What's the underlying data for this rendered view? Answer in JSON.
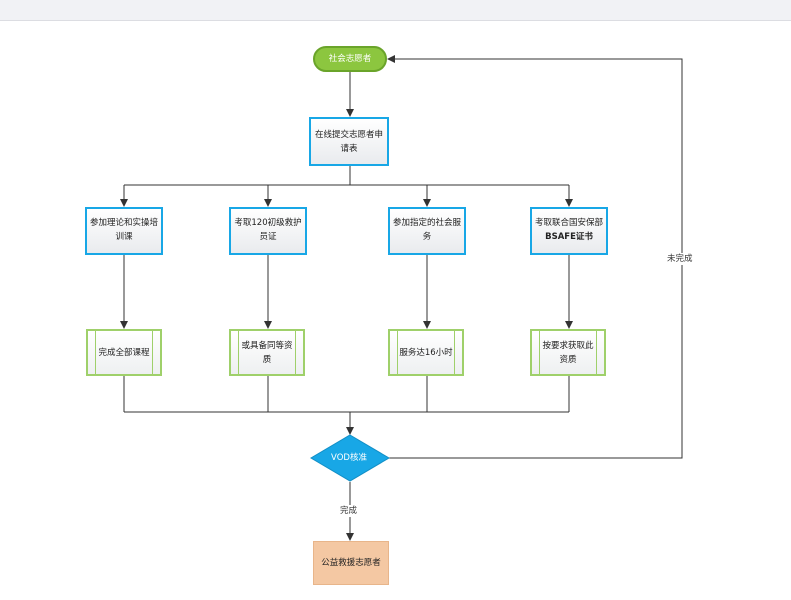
{
  "diagram": {
    "start": "社会志愿者",
    "submit": [
      "在线提交志愿者申",
      "请表"
    ],
    "branches": [
      {
        "task": [
          "参加理论和实操培",
          "训课"
        ],
        "result": [
          "完成全部课程"
        ]
      },
      {
        "task": [
          "考取120初级救护",
          "员证"
        ],
        "result": [
          "或具备同等资",
          "质"
        ]
      },
      {
        "task": [
          "参加指定的社会服",
          "务"
        ],
        "result": [
          "服务达16小时"
        ]
      },
      {
        "task": [
          "考取联合国安保部",
          "BSAFE证书"
        ],
        "result": [
          "按要求获取此",
          "资质"
        ]
      }
    ],
    "decision": "VOD核准",
    "edge_done": "完成",
    "edge_undone": "未完成",
    "end": "公益救援志愿者"
  },
  "colors": {
    "start_fill": "#8cc63f",
    "process_border": "#18a7e6",
    "result_border": "#9fd06a",
    "decision_fill": "#18a7e6",
    "end_fill": "#f4c8a3",
    "connector": "#333333"
  }
}
